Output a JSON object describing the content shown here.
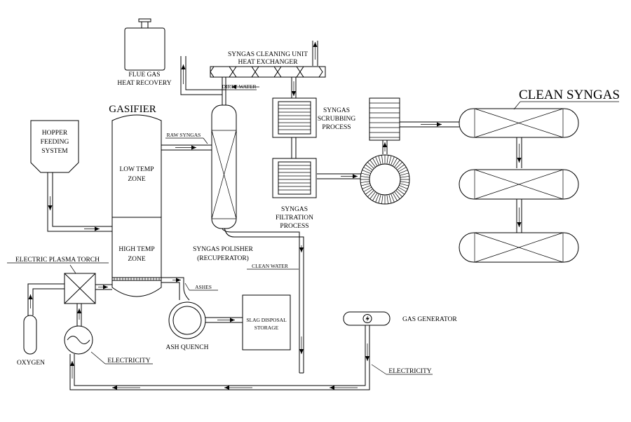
{
  "labels": {
    "flue_gas_1": "FLUE GAS",
    "flue_gas_2": "HEAT RECOVERY",
    "cleaning_1": "SYNGAS CLEANING UNIT",
    "cleaning_2": "HEAT EXCHANGER",
    "dirty_water": "DIRTY WATER",
    "clean_syngas": "CLEAN SYNGAS",
    "gasifier": "GASIFIER",
    "hopper_1": "HOPPER",
    "hopper_2": "FEEDING",
    "hopper_3": "SYSTEM",
    "raw_syngas": "RAW SYNGAS",
    "scrub_1": "SYNGAS",
    "scrub_2": "SCRUBBING",
    "scrub_3": "PROCESS",
    "low_temp_1": "LOW TEMP",
    "low_temp_2": "ZONE",
    "filt_1": "SYNGAS",
    "filt_2": "FILTRATION",
    "filt_3": "PROCESS",
    "high_temp_1": "HIGH TEMP",
    "high_temp_2": "ZONE",
    "polisher_1": "SYNGAS POLISHER",
    "polisher_2": "(RECUPERATOR)",
    "plasma_torch": "ELECTRIC PLASMA TORCH",
    "clean_water": "CLEAN WATER",
    "ashes": "ASHES",
    "slag_1": "SLAG DISPOSAL",
    "slag_2": "STORAGE",
    "ash_quench": "ASH QUENCH",
    "gas_generator": "GAS GENERATOR",
    "oxygen": "OXYGEN",
    "electricity_1": "ELECTRICITY",
    "electricity_2": "ELECTRICITY"
  },
  "icons": {
    "generator": "lightning-bolt-icon"
  }
}
